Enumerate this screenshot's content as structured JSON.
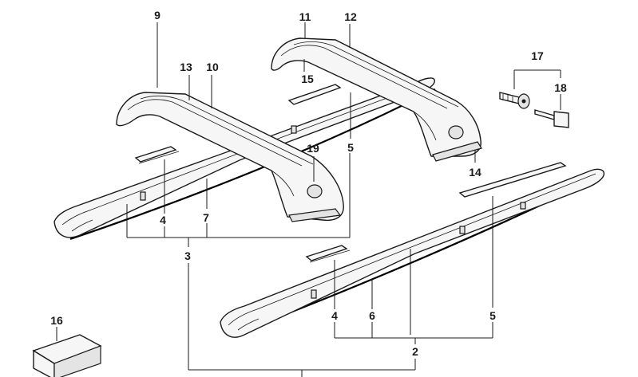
{
  "callouts": {
    "c9": "9",
    "c11": "11",
    "c12": "12",
    "c13": "13",
    "c10": "10",
    "c15": "15",
    "c17": "17",
    "c18": "18",
    "c19": "19",
    "c5a": "5",
    "c14": "14",
    "c4a": "4",
    "c7": "7",
    "c3": "3",
    "c16": "16",
    "c4b": "4",
    "c6": "6",
    "c5b": "5",
    "c2": "2"
  }
}
